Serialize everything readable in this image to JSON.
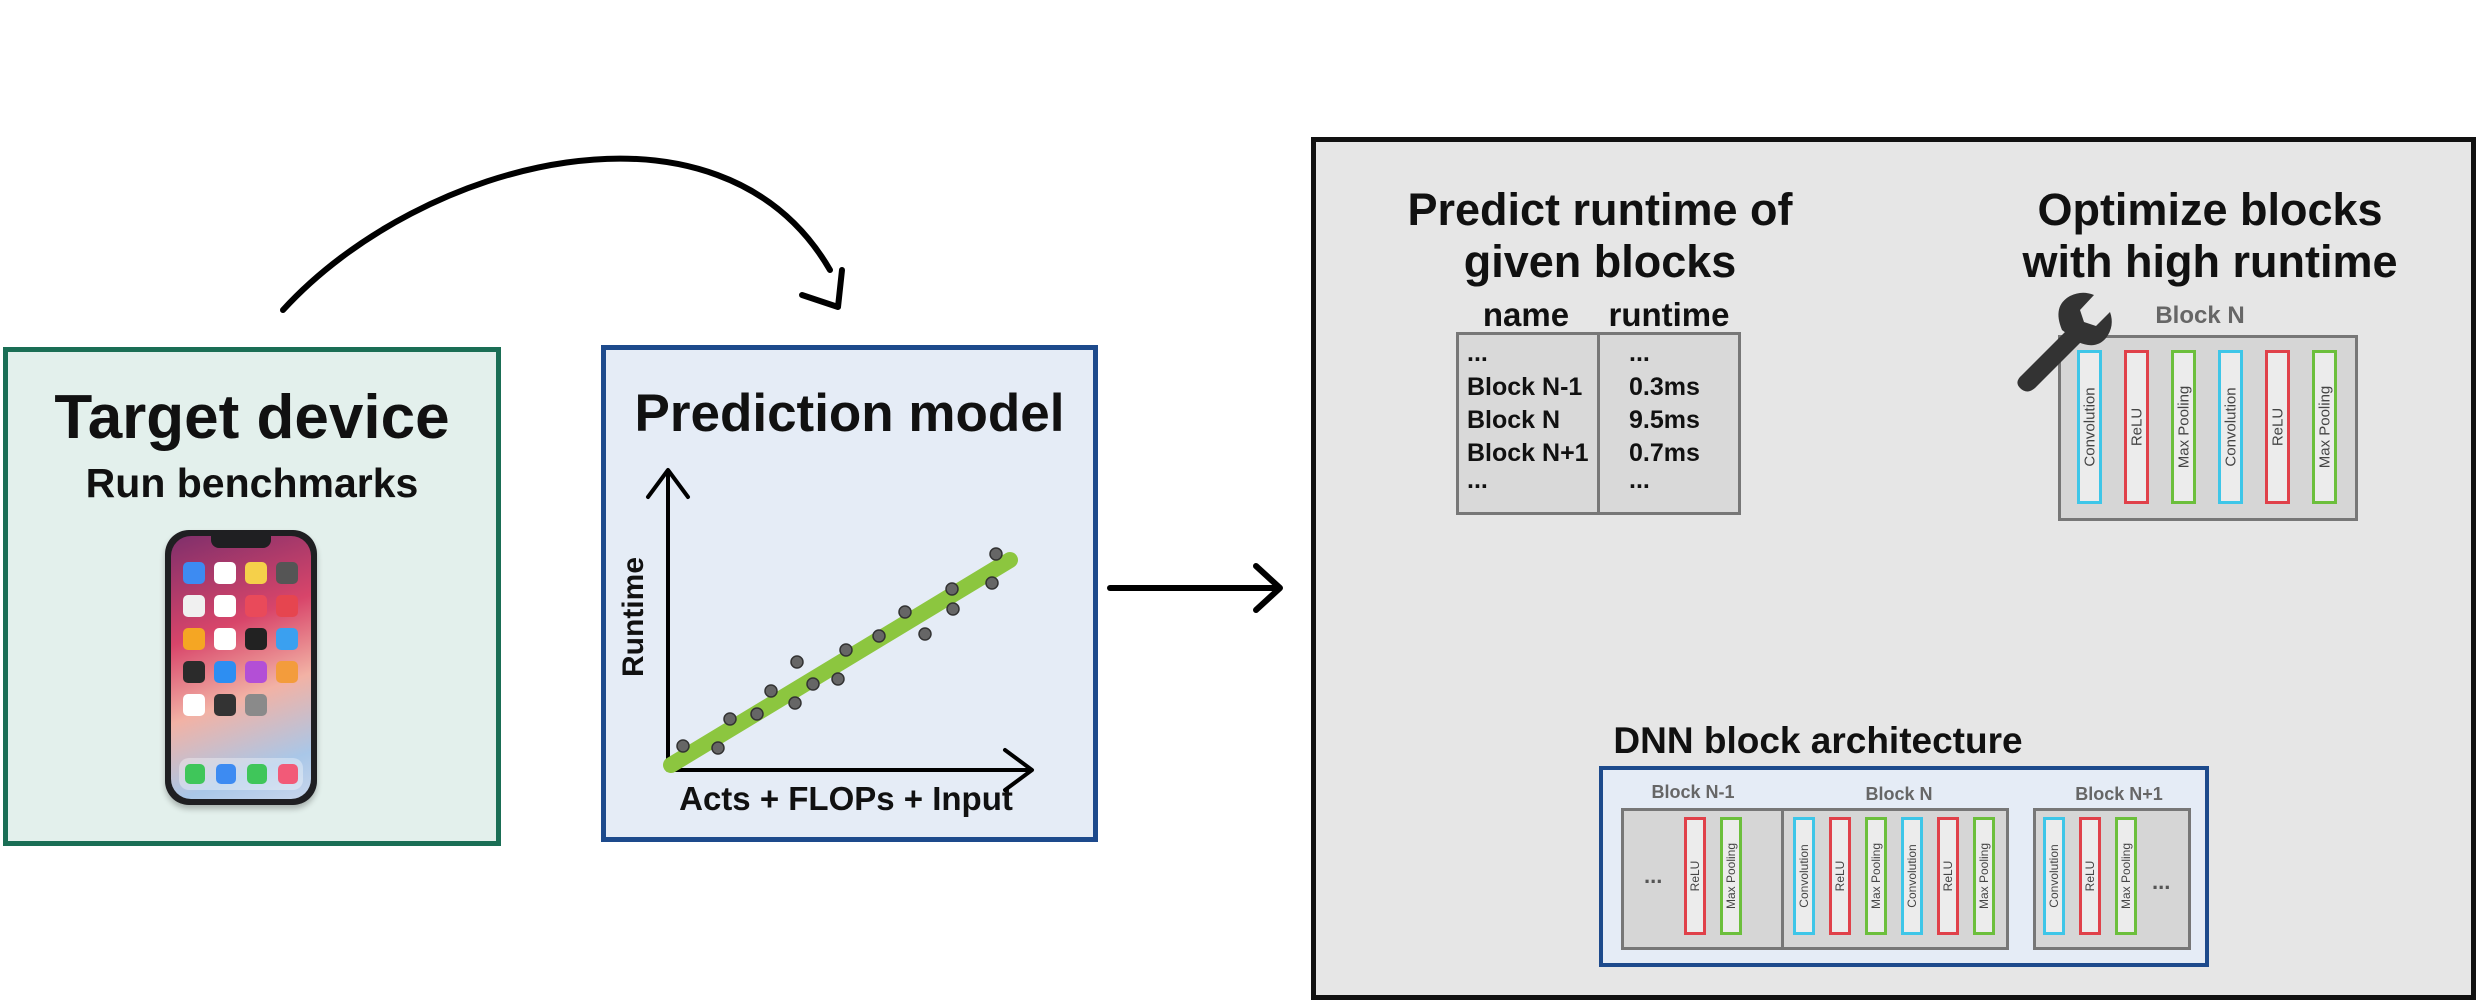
{
  "target_device": {
    "title": "Target device",
    "subtitle": "Run benchmarks"
  },
  "prediction_model": {
    "title": "Prediction model",
    "ylabel": "Runtime",
    "xlabel": "Acts + FLOPs + Input"
  },
  "predict_panel": {
    "title_line1": "Predict runtime of",
    "title_line2": "given blocks",
    "col_name": "name",
    "col_runtime": "runtime",
    "rows": [
      {
        "name": "...",
        "runtime": "..."
      },
      {
        "name": "Block N-1",
        "runtime": "0.3ms"
      },
      {
        "name": "Block N",
        "runtime": "9.5ms"
      },
      {
        "name": "Block N+1",
        "runtime": "0.7ms"
      },
      {
        "name": "...",
        "runtime": "..."
      }
    ]
  },
  "optimize_panel": {
    "title_line1": "Optimize blocks",
    "title_line2": "with high runtime",
    "block_label": "Block N",
    "layers": [
      "Convolution",
      "ReLU",
      "Max Pooling",
      "Convolution",
      "ReLU",
      "Max Pooling"
    ]
  },
  "architecture": {
    "title": "DNN block architecture",
    "block_prev": {
      "label": "Block N-1",
      "ellipsis": "...",
      "layers": [
        "ReLU",
        "Max Pooling"
      ]
    },
    "block_n": {
      "label": "Block N",
      "layers": [
        "Convolution",
        "ReLU",
        "Max Pooling",
        "Convolution",
        "ReLU",
        "Max Pooling"
      ]
    },
    "block_next": {
      "label": "Block N+1",
      "ellipsis": "...",
      "layers": [
        "Convolution",
        "ReLU",
        "Max Pooling"
      ]
    }
  },
  "colors": {
    "green_border": "#1a6e55",
    "green_fill": "#e3f0ec",
    "blue_border": "#1d4a8c",
    "blue_fill": "#e5ecf6",
    "trend_line": "#8cc63f",
    "conv": "#3ec6e8",
    "relu": "#e0414a",
    "pool": "#6cbf3c"
  }
}
